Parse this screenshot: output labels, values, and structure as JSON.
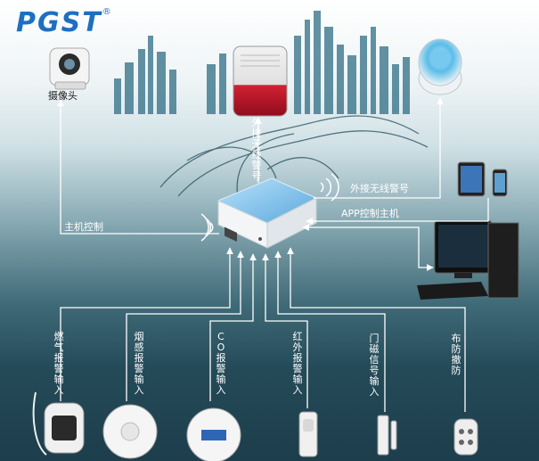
{
  "brand": {
    "logo": "PGST",
    "registered": "®"
  },
  "labels": {
    "camera": "摄像头",
    "siren": "外接无线警号",
    "external_siren": "外接无线警号",
    "app_control": "APP控制主机",
    "host_control": "主机控制"
  },
  "inputs": [
    {
      "id": "gas",
      "label": "燃气报警输入"
    },
    {
      "id": "smoke",
      "label": "烟感报警输入"
    },
    {
      "id": "co",
      "label": "CO报警输入"
    },
    {
      "id": "pir",
      "label": "红外报警输入"
    },
    {
      "id": "door",
      "label": "门磁信号输入"
    },
    {
      "id": "remote",
      "label": "布防撤防"
    }
  ],
  "colors": {
    "brand": "#1d6fc2",
    "router": "#6fb6e6",
    "siren_red": "#c9142b",
    "line": "#ffffff"
  }
}
